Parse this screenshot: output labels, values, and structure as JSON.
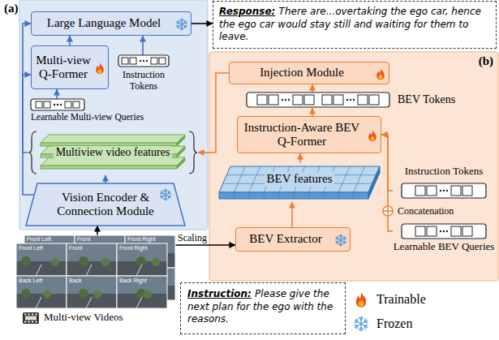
{
  "diagram": {
    "nodes": [
      {
        "text": [
          "(a)"
        ]
      },
      {
        "text": [
          "Large Language Model"
        ],
        "in": 0
      },
      {
        "text": [
          "Multi-view Q-Former"
        ],
        "in": 0
      },
      {
        "text": [
          "Instruction Tokens"
        ],
        "in": 0
      },
      {
        "text": [
          "Learnable Multi-view Queries"
        ],
        "in": 0
      },
      {
        "text": [
          "Multiview video features"
        ],
        "in": 0
      },
      {
        "text": [
          "Vision Encoder & Connection Module"
        ],
        "in": 0
      },
      {
        "text": [
          "Response:",
          "There are...overtaking the ego car, hence the ego car would stay still and waiting for them to leave."
        ]
      },
      {
        "text": [
          "(b)"
        ]
      },
      {
        "text": [
          "Injection Module"
        ],
        "in": 8
      },
      {
        "text": [
          "BEV Tokens"
        ],
        "in": 8
      },
      {
        "text": [
          "Instruction-Aware BEV Q-Former"
        ],
        "in": 8
      },
      {
        "text": [
          "BEV features"
        ],
        "in": 8
      },
      {
        "text": [
          "Instruction Tokens"
        ],
        "in": 8
      },
      {
        "text": [
          "Learnable BEV Queries"
        ],
        "in": 8
      },
      {
        "text": [
          "BEV Extractor"
        ],
        "in": 8
      },
      {
        "text": [
          "Multi-view Videos"
        ]
      },
      {
        "text": [
          "Instruction:",
          "Please give the next plan for the ego with the reasons."
        ]
      }
    ],
    "edges": [
      {
        "from": 6,
        "to": 5,
        "arrow": "to"
      },
      {
        "from": 5,
        "to": 2,
        "arrow": "to"
      },
      {
        "from": 6,
        "to": 1,
        "arrow": "to"
      },
      {
        "from": 4,
        "to": 2,
        "arrow": "to"
      },
      {
        "from": 2,
        "to": 1,
        "arrow": "to"
      },
      {
        "from": 3,
        "to": 1,
        "arrow": "to"
      },
      {
        "from": 1,
        "to": 7,
        "arrow": "to"
      },
      {
        "from": 16,
        "to": 6,
        "arrow": "to"
      },
      {
        "from": 16,
        "to": 15,
        "label": "Scaling",
        "arrow": "to"
      },
      {
        "from": 15,
        "to": 12,
        "arrow": "to"
      },
      {
        "from": 12,
        "to": 11,
        "arrow": "to"
      },
      {
        "from": 11,
        "to": 10,
        "arrow": "to"
      },
      {
        "from": 10,
        "to": 9,
        "arrow": "to"
      },
      {
        "from": 9,
        "to": 5,
        "arrow": "to"
      },
      {
        "from": 13,
        "to": 11,
        "arrow": "to"
      },
      {
        "from": 14,
        "to": 11,
        "arrow": "to"
      }
    ],
    "labels": [
      "Front Left",
      "Front",
      "Front Right",
      "Front Left",
      "Front",
      "Front Right",
      "Back Left",
      "Back",
      "Back Right",
      "Concatenation"
    ],
    "legend": [
      {
        "text": "Trainable"
      },
      {
        "text": "Frozen"
      }
    ]
  }
}
